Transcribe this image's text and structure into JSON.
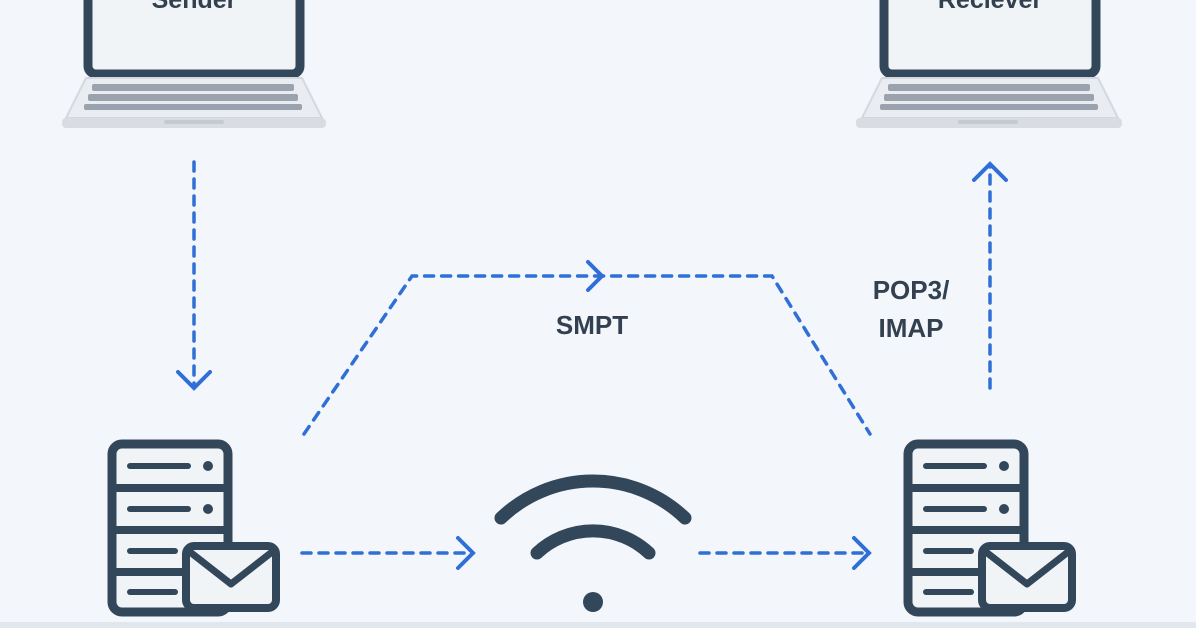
{
  "colors": {
    "background": "#f3f7fc",
    "device_stroke": "#33475b",
    "screen_fill": "#f1f4f7",
    "laptop_base": "#d9dde2",
    "arrow_blue": "#2f6fd6",
    "label_text": "#33404f"
  },
  "nodes": {
    "sender": {
      "label": "Sender",
      "icon": "laptop-icon"
    },
    "receiver": {
      "label": "Reciever",
      "icon": "laptop-icon"
    },
    "sender_server": {
      "icon": "mail-server-icon"
    },
    "receiver_server": {
      "icon": "mail-server-icon"
    },
    "network": {
      "icon": "wifi-icon"
    }
  },
  "edges": {
    "smtp": {
      "label": "SMPT"
    },
    "pop3_imap": {
      "label_line1": "POP3/",
      "label_line2": "IMAP"
    }
  }
}
